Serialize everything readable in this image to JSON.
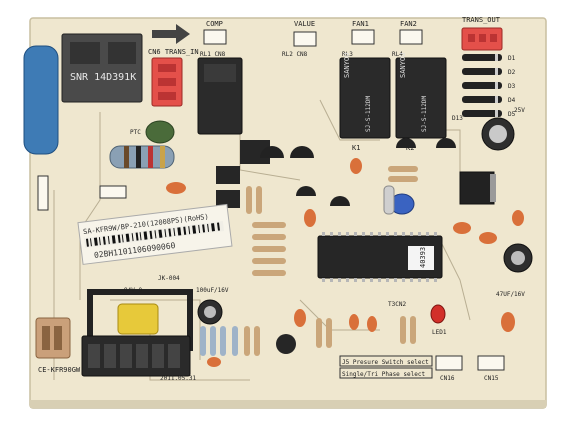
{
  "board": {
    "labels": {
      "comp": "COMP",
      "valve": "VALUE",
      "fan1": "FAN1",
      "fan2": "FAN2",
      "trans_out": "TRANS_OUT",
      "cn6_trans_in": "CN6 TRANS_IN",
      "rl1_cn8": "RL1 CN8",
      "rl2_cn8": "RL2 CN8",
      "rl3": "RL3",
      "rl4": "RL4",
      "ptc": "PTC",
      "model": "SA-KFR9W/BP-210(12008PS)(RoHS)",
      "serial": "02BH1101106090060",
      "ic_chip": "40393",
      "code_bottom": "CE-KFR90GW",
      "date": "2011.05.31",
      "jk": "JK-004",
      "rating": "94V-0",
      "pressure_switch": "J5 Presure Switch select",
      "phase_select": "Single/Tri Phase select",
      "cn16": "CN16",
      "cn15": "CN15",
      "t3cn2": "T3CN2",
      "led1": "LED1",
      "d1": "D1",
      "d2": "D2",
      "d3": "D3",
      "d4": "D4",
      "d5": "D5",
      "d13": "D13",
      "r25v": "25V",
      "cap_spec": "47UF/16V",
      "cap_100": "100uF/16V",
      "k1": "K1",
      "k2": "K2"
    },
    "relays": [
      {
        "brand": "SANYOU",
        "model": "SJ-S-112DM"
      },
      {
        "brand": "SANYOU",
        "model": "SJ-S-112DM"
      }
    ],
    "varistor": "SNR 14D391K"
  }
}
